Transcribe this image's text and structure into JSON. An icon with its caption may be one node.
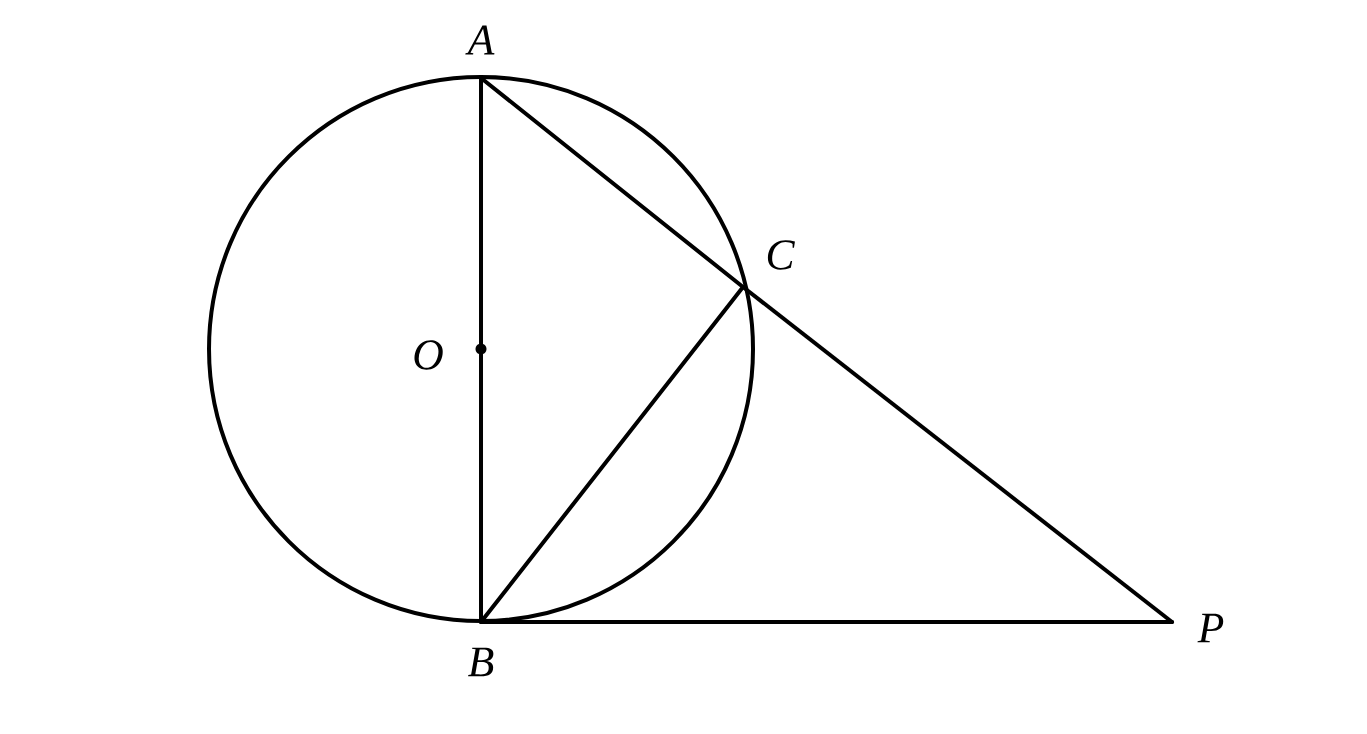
{
  "diagram": {
    "nodes": [
      {
        "text": [
          "A"
        ]
      },
      {
        "text": [
          "O"
        ]
      },
      {
        "text": [
          "C"
        ]
      },
      {
        "text": [
          "B"
        ]
      },
      {
        "text": [
          "P"
        ]
      }
    ],
    "edges": [
      {
        "from": 0,
        "to": 3,
        "arrow": "none"
      },
      {
        "from": 0,
        "to": 2,
        "arrow": "none"
      },
      {
        "from": 2,
        "to": 4,
        "arrow": "none"
      },
      {
        "from": 3,
        "to": 2,
        "arrow": "none"
      },
      {
        "from": 3,
        "to": 4,
        "arrow": "none"
      }
    ]
  }
}
